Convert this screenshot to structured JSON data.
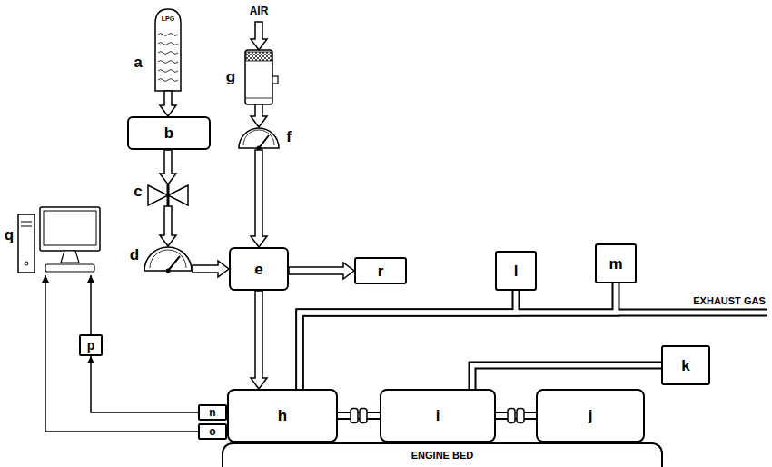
{
  "diagram": {
    "nodes": [
      {
        "text": [
          "b"
        ]
      },
      {
        "text": [
          "e"
        ]
      },
      {
        "text": [
          "r"
        ]
      },
      {
        "text": [
          "l"
        ]
      },
      {
        "text": [
          "m"
        ]
      },
      {
        "text": [
          "k"
        ]
      },
      {
        "text": [
          "p"
        ]
      },
      {
        "text": [
          "n"
        ]
      },
      {
        "text": [
          "o"
        ]
      },
      {
        "text": [
          "h"
        ]
      },
      {
        "text": [
          "i"
        ]
      },
      {
        "text": [
          "j"
        ]
      },
      {
        "text": [
          "ENGINE BED"
        ]
      }
    ],
    "edges": [
      {
        "from": 1,
        "to": 2,
        "arrow": "to"
      },
      {
        "from": 1,
        "to": 9,
        "arrow": "to"
      },
      {
        "from": 9,
        "to": 3,
        "arrow": "none"
      },
      {
        "from": 9,
        "to": 4,
        "arrow": "none"
      },
      {
        "from": 10,
        "to": 5,
        "arrow": "none"
      },
      {
        "from": 9,
        "to": 10,
        "arrow": "none"
      },
      {
        "from": 10,
        "to": 11,
        "arrow": "none"
      },
      {
        "from": 7,
        "to": 6,
        "arrow": "to"
      }
    ],
    "labels": [
      "LPG",
      "a",
      "AIR",
      "g",
      "c",
      "f",
      "q",
      "d",
      "EXHAUST GAS"
    ]
  }
}
